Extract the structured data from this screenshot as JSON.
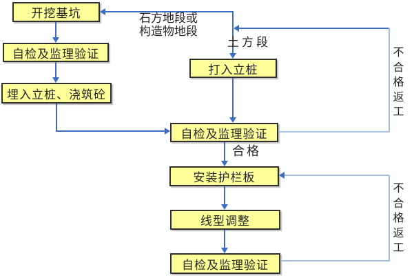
{
  "diagram": {
    "type": "flowchart",
    "nodes": {
      "excavate": {
        "label": "开挖基坑"
      },
      "inspect_1": {
        "label": "自检及监理验证"
      },
      "embed_pour": {
        "label": "埋入立桩、浇筑砼"
      },
      "drive_pile": {
        "label": "打入立桩"
      },
      "inspect_2": {
        "label": "自检及监理验证"
      },
      "install_rail": {
        "label": "安装护栏板"
      },
      "align_adjust": {
        "label": "线型调整"
      },
      "inspect_3": {
        "label": "自检及监理验证"
      }
    },
    "labels": {
      "rock_line1": "石方地段或",
      "rock_line2": "构造物地段",
      "earth_section": "土方段",
      "qualified": "合格",
      "rework_top": "不合格返工",
      "rework_bottom": "不合格返工"
    },
    "colors": {
      "node_fill": "#ffff99",
      "node_border": "#2e2e2e",
      "arrow": "#3c6cc4",
      "arrow_light": "#a7bfe2",
      "text": "#262626"
    }
  }
}
